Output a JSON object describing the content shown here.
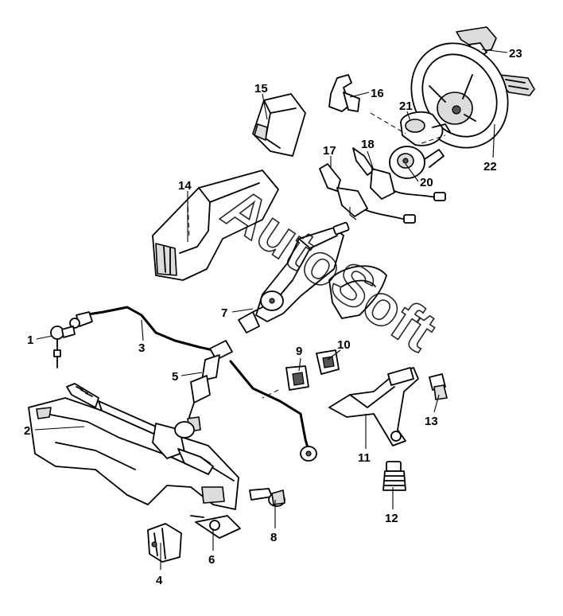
{
  "watermark": "AutoSoft",
  "callouts": [
    {
      "id": "1",
      "label": "1"
    },
    {
      "id": "2",
      "label": "2"
    },
    {
      "id": "3",
      "label": "3"
    },
    {
      "id": "4",
      "label": "4"
    },
    {
      "id": "5",
      "label": "5"
    },
    {
      "id": "6",
      "label": "6"
    },
    {
      "id": "7",
      "label": "7"
    },
    {
      "id": "8",
      "label": "8"
    },
    {
      "id": "9",
      "label": "9"
    },
    {
      "id": "10",
      "label": "10"
    },
    {
      "id": "11",
      "label": "11"
    },
    {
      "id": "12",
      "label": "12"
    },
    {
      "id": "13",
      "label": "13"
    },
    {
      "id": "14",
      "label": "14"
    },
    {
      "id": "15",
      "label": "15"
    },
    {
      "id": "16",
      "label": "16"
    },
    {
      "id": "17",
      "label": "17"
    },
    {
      "id": "18",
      "label": "18"
    },
    {
      "id": "20",
      "label": "20"
    },
    {
      "id": "21",
      "label": "21"
    },
    {
      "id": "22",
      "label": "22"
    },
    {
      "id": "23",
      "label": "23"
    }
  ]
}
